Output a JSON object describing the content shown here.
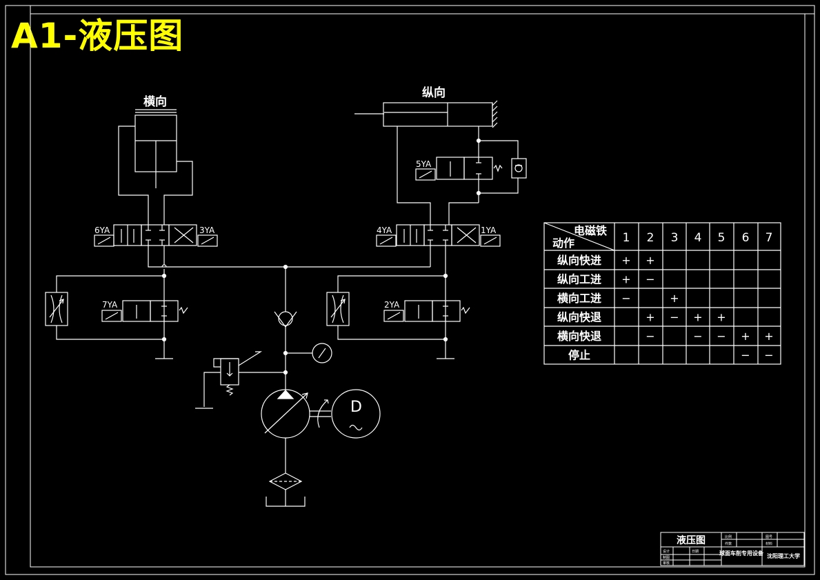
{
  "title": "A1-液压图",
  "labels": {
    "transverse": "横向",
    "longitudinal": "纵向",
    "sol_6": "6YA",
    "sol_3": "3YA",
    "sol_4": "4YA",
    "sol_1": "1YA",
    "sol_5": "5YA",
    "sol_7": "7YA",
    "sol_2": "2YA",
    "motor": "D"
  },
  "table": {
    "header_top": "电磁铁",
    "header_bottom": "动作",
    "columns": [
      "1",
      "2",
      "3",
      "4",
      "5",
      "6",
      "7"
    ],
    "rows": [
      {
        "name": "纵向快进",
        "cells": [
          "+",
          "+",
          "",
          "",
          "",
          "",
          ""
        ]
      },
      {
        "name": "纵向工进",
        "cells": [
          "+",
          "−",
          "",
          "",
          "",
          "",
          ""
        ]
      },
      {
        "name": "横向工进",
        "cells": [
          "−",
          "",
          "+",
          "",
          "",
          "",
          ""
        ]
      },
      {
        "name": "纵向快退",
        "cells": [
          "",
          "+",
          "−",
          "+",
          "+",
          "",
          ""
        ]
      },
      {
        "name": "横向快退",
        "cells": [
          "",
          "−",
          "",
          "−",
          "−",
          "+",
          "+"
        ]
      },
      {
        "name": "停止",
        "cells": [
          "",
          "",
          "",
          "",
          "",
          "−",
          "−"
        ]
      }
    ]
  },
  "title_block": {
    "drawing_name": "液压图",
    "project": "球面车削专用设备",
    "school": "沈阳理工大学",
    "small_labels": [
      "比例",
      "件数",
      "图号",
      "材料",
      "设计",
      "制图",
      "审核",
      "日期"
    ]
  }
}
